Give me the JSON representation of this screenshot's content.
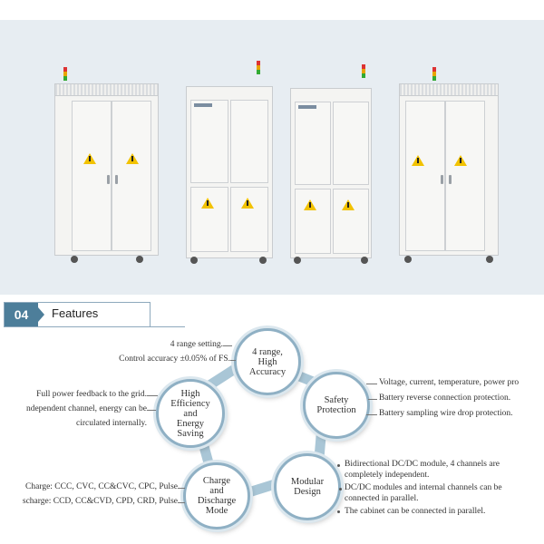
{
  "colors": {
    "accent": "#4d7e9a",
    "ring": "#8fb0c4",
    "band": "#a9c6d6",
    "hero_bg": "#e7edf2"
  },
  "section": {
    "number": "04",
    "title": "Features"
  },
  "features": {
    "accuracy": {
      "lines": [
        "4 range,",
        "High",
        "Accuracy"
      ]
    },
    "safety": {
      "lines": [
        "Safety",
        "Protection"
      ]
    },
    "modular": {
      "lines": [
        "Modular",
        "Design"
      ]
    },
    "charge": {
      "lines": [
        "Charge",
        "and",
        "Discharge",
        "Mode"
      ]
    },
    "efficiency": {
      "lines": [
        "High",
        "Efficiency",
        "and",
        "Energy",
        "Saving"
      ]
    }
  },
  "notes": {
    "accuracy": [
      "4 range setting.",
      "Control accuracy ±0.05% of FS."
    ],
    "safety": [
      "Voltage, current, temperature, power pro",
      "Battery reverse connection protection.",
      "Battery sampling wire  drop protection."
    ],
    "modular": [
      "Bidirectional DC/DC module, 4 channels are",
      "completely independent.",
      "DC/DC modules and internal channels can be",
      "connected in parallel.",
      "The cabinet can be connected in parallel."
    ],
    "charge": [
      "Charge: CCC, CVC, CC&CVC, CPC, Pulse",
      "scharge: CCD, CC&CVD, CPD, CRD, Pulse"
    ],
    "efficiency": [
      "Full power feedback to the grid.",
      "ndependent channel, energy can be",
      "circulated internally."
    ]
  },
  "icons": [
    "warning-triangle-icon",
    "signal-lamp-icon",
    "caster-wheel-icon",
    "chevron-right-icon"
  ]
}
